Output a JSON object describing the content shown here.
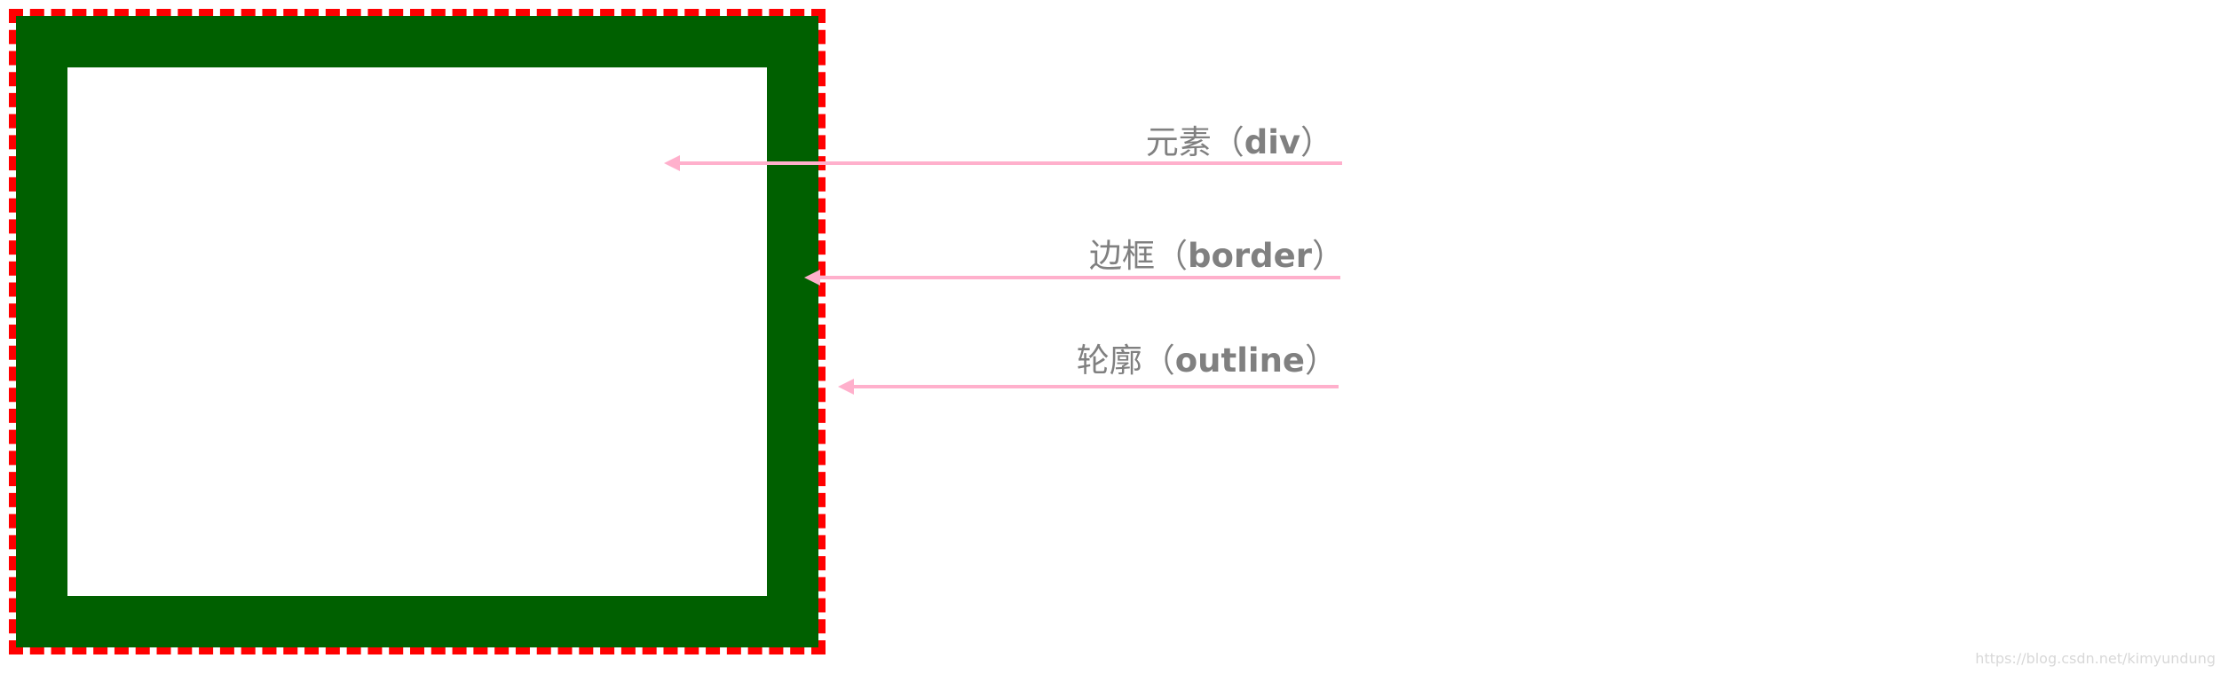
{
  "labels": {
    "element": {
      "prefix": "元素（",
      "keyword": "div",
      "suffix": "）"
    },
    "border": {
      "prefix": "边框（",
      "keyword": "border",
      "suffix": "）"
    },
    "outline": {
      "prefix": "轮廓（",
      "keyword": "outline",
      "suffix": "）"
    }
  },
  "colors": {
    "outline": "#ff0000",
    "border": "#006000",
    "element": "#ffffff",
    "arrow": "#ffb0cc",
    "label_text": "#808080"
  },
  "watermark": "https://blog.csdn.net/kimyundung"
}
